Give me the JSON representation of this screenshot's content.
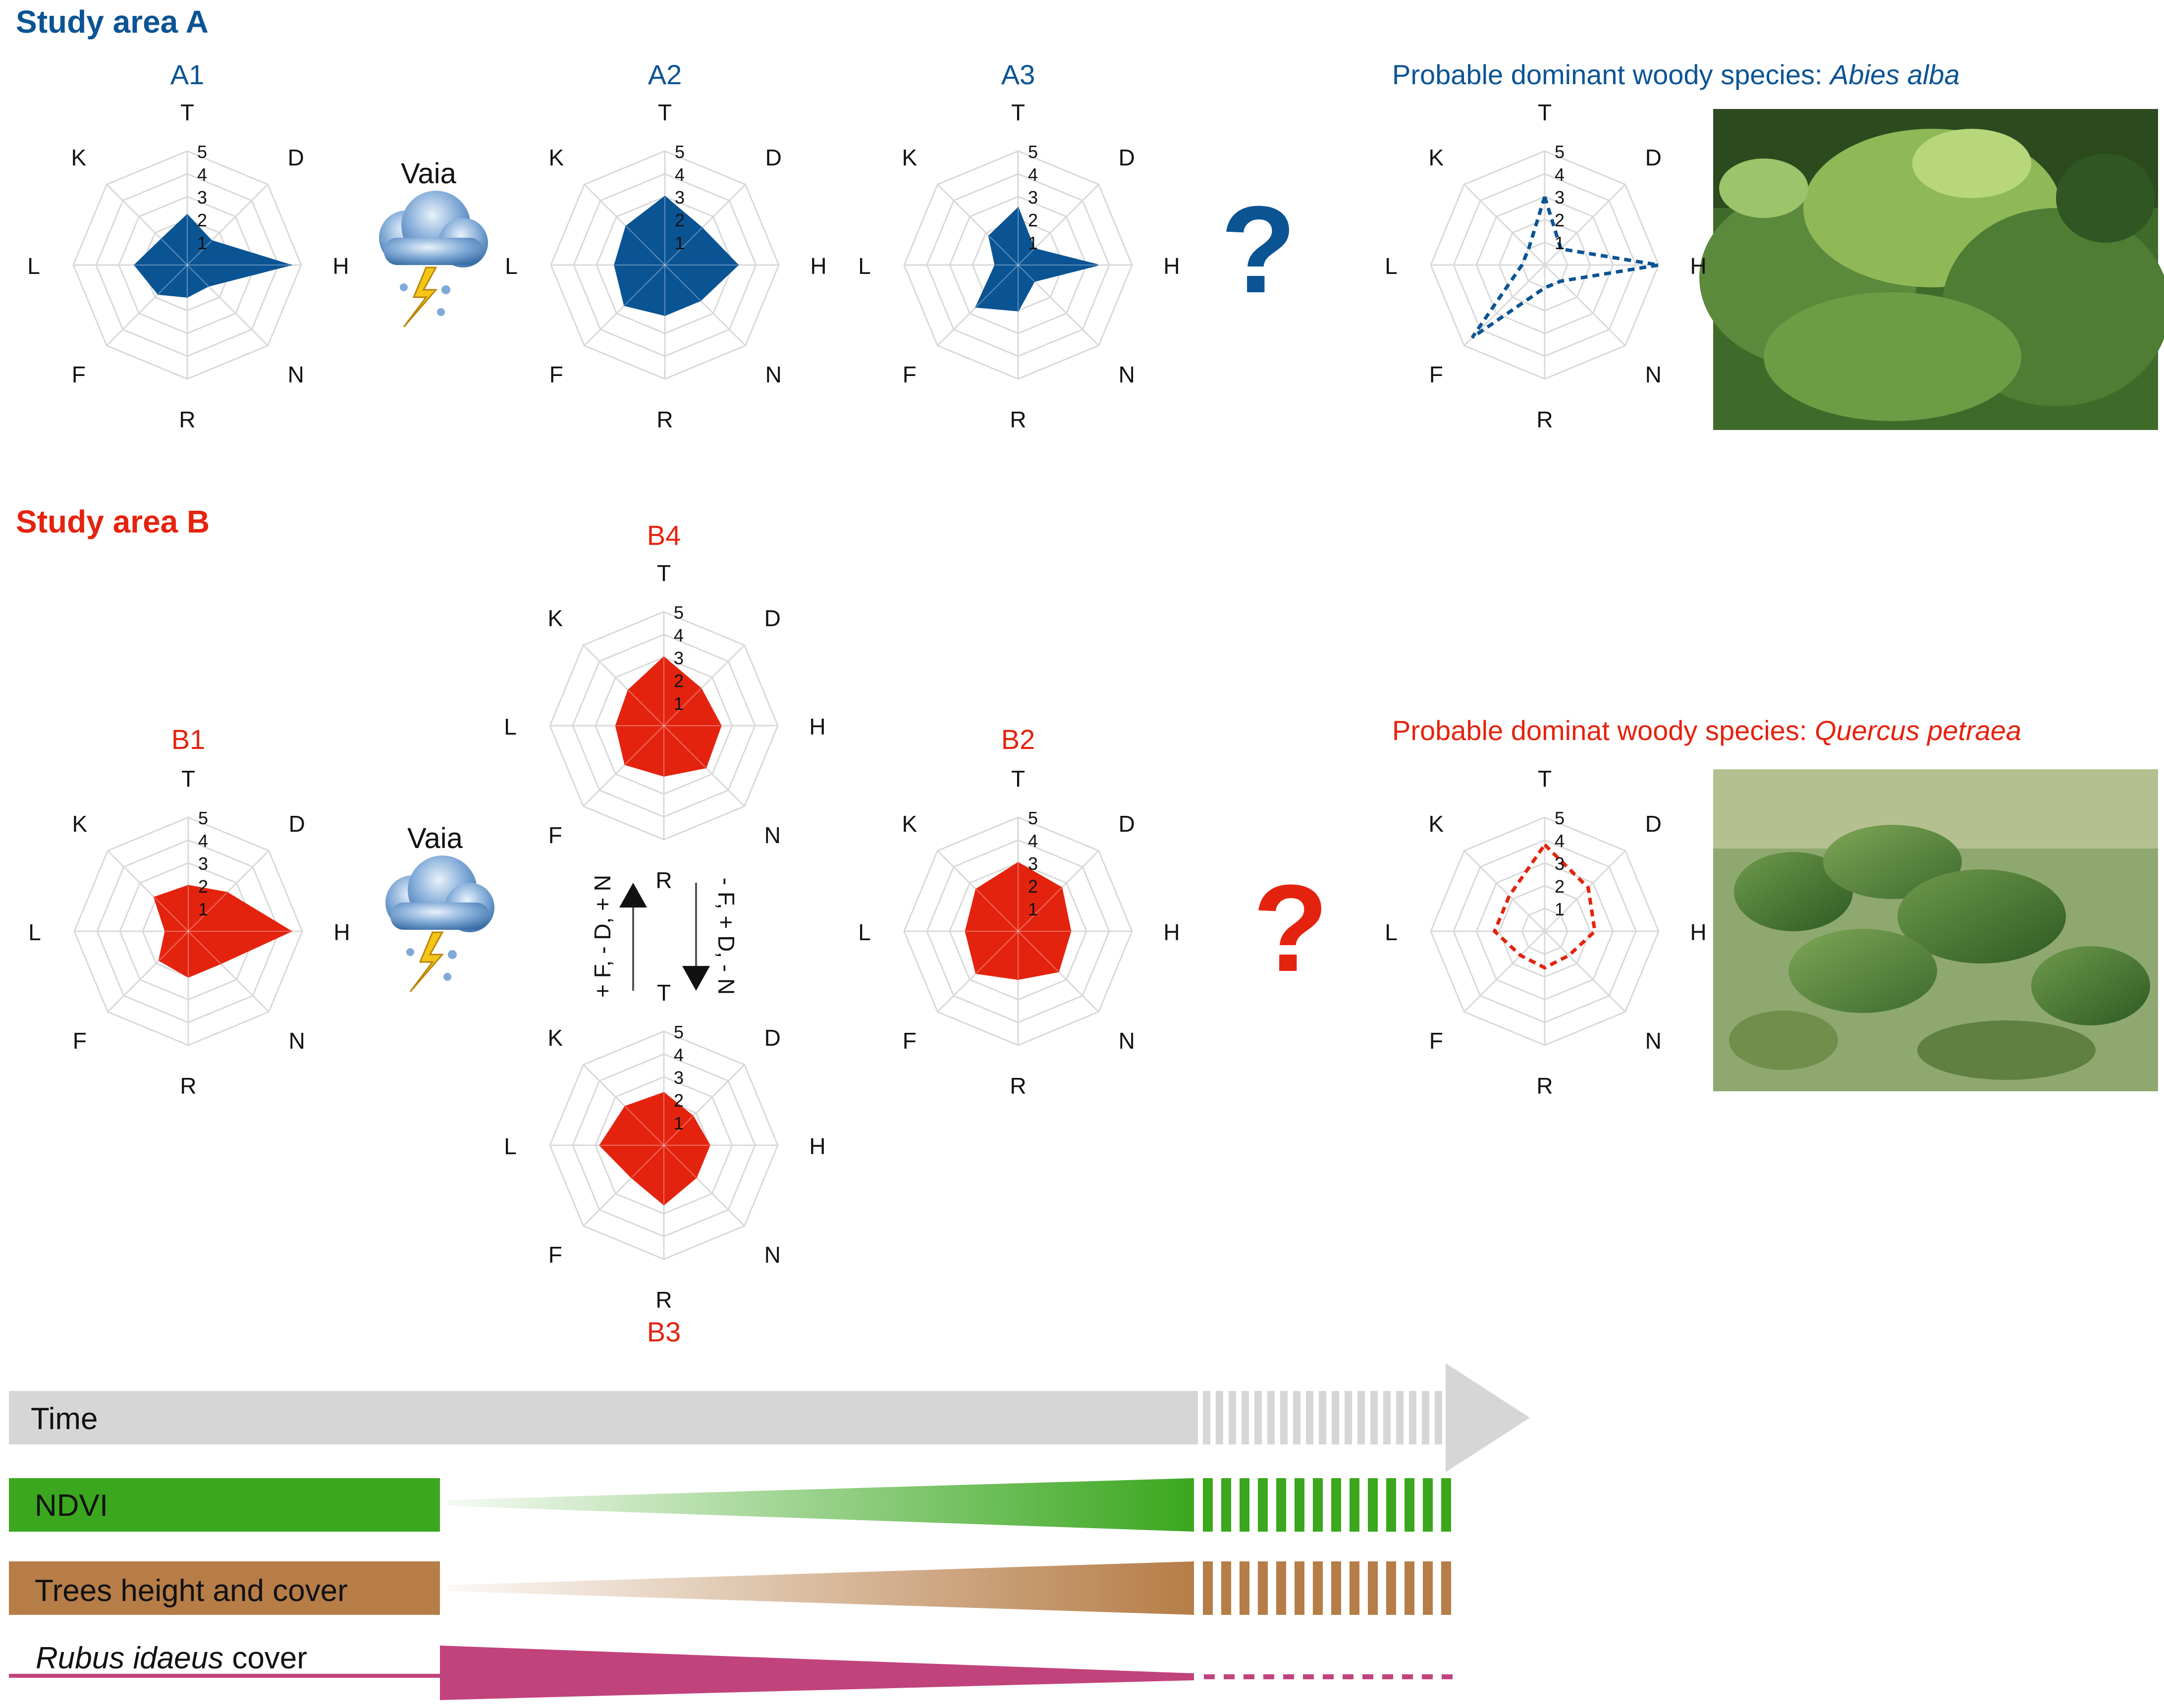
{
  "section_a": {
    "title": "Study area A",
    "charts": [
      {
        "label": "A1",
        "values": [
          2.2,
          1.5,
          4.5,
          1.3,
          1.4,
          1.8,
          2.3,
          1.6
        ]
      },
      {
        "label": "A2",
        "values": [
          3.0,
          2.3,
          3.2,
          2.2,
          2.2,
          2.5,
          2.2,
          2.4
        ]
      },
      {
        "label": "A3",
        "values": [
          2.5,
          1.0,
          3.5,
          1.0,
          2.0,
          2.6,
          1.0,
          1.8
        ]
      }
    ],
    "disturbance_label": "Vaia",
    "unknown_mark": "?",
    "target": {
      "title_prefix": "Probable dominant woody species: ",
      "species": "Abies alba",
      "values": [
        3.0,
        1.0,
        5.0,
        1.0,
        1.0,
        4.5,
        1.0,
        1.0
      ],
      "photo_description": "young silver fir among shrubs"
    }
  },
  "section_b": {
    "title": "Study area B",
    "charts": [
      {
        "label": "B1",
        "values": [
          2.0,
          2.4,
          4.5,
          2.0,
          2.0,
          1.8,
          1.0,
          2.1
        ]
      },
      {
        "label": "B4",
        "values": [
          3.0,
          2.3,
          2.5,
          2.6,
          2.2,
          2.4,
          2.1,
          2.2
        ]
      },
      {
        "label": "B3",
        "values": [
          2.3,
          1.8,
          2.0,
          2.0,
          2.6,
          2.0,
          2.8,
          2.4
        ]
      },
      {
        "label": "B2",
        "values": [
          3.0,
          2.7,
          2.3,
          2.5,
          2.1,
          2.6,
          2.3,
          2.6
        ]
      }
    ],
    "disturbance_label": "Vaia",
    "unknown_mark": "?",
    "transition_up": "+ F, - D, + N",
    "transition_down": "- F, + D, - N",
    "target": {
      "title_prefix": "Probable dominat woody species: ",
      "species": "Quercus petraea",
      "values": [
        3.8,
        2.7,
        2.2,
        1.5,
        1.6,
        1.5,
        2.2,
        2.2
      ]
    }
  },
  "radar": {
    "axes": [
      "T",
      "D",
      "H",
      "N",
      "R",
      "F",
      "L",
      "K"
    ],
    "scale_ticks": [
      "1",
      "2",
      "3",
      "4",
      "5"
    ],
    "max": 5
  },
  "trends": {
    "time": "Time",
    "ndvi": "NDVI",
    "trees": "Trees height and cover",
    "rubus_species": "Rubus idaeus",
    "rubus_suffix": " cover"
  },
  "colors": {
    "area_a": "#0b5494",
    "area_b": "#e4230e",
    "time": "#d6d6d6",
    "ndvi": "#3aa71e",
    "trees": "#b67d47",
    "rubus": "#c1437b",
    "grid": "#d9d9d9"
  }
}
